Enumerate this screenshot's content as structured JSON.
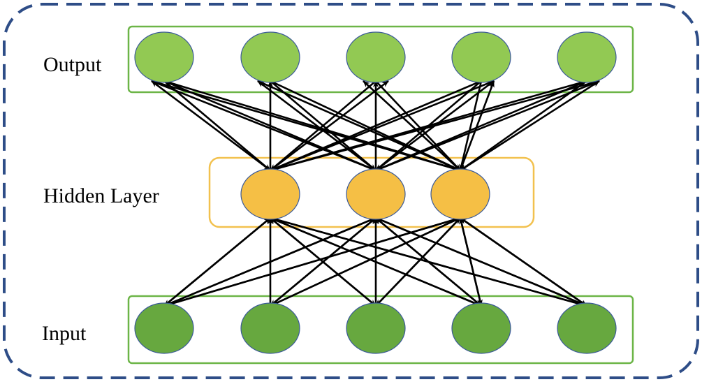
{
  "labels": {
    "output": "Output",
    "hidden": "Hidden Layer",
    "input": "Input"
  },
  "layers": {
    "output_nodes": 5,
    "hidden_nodes": 3,
    "input_nodes": 5
  },
  "colors": {
    "frame_dash": "#2E4D87",
    "output_fill": "#92C953",
    "hidden_fill": "#F5BF45",
    "input_fill": "#67A83F",
    "node_stroke": "#3B5A99",
    "green_box": "#6CB547",
    "hidden_box": "#F2C14E",
    "arrow": "#000000"
  }
}
